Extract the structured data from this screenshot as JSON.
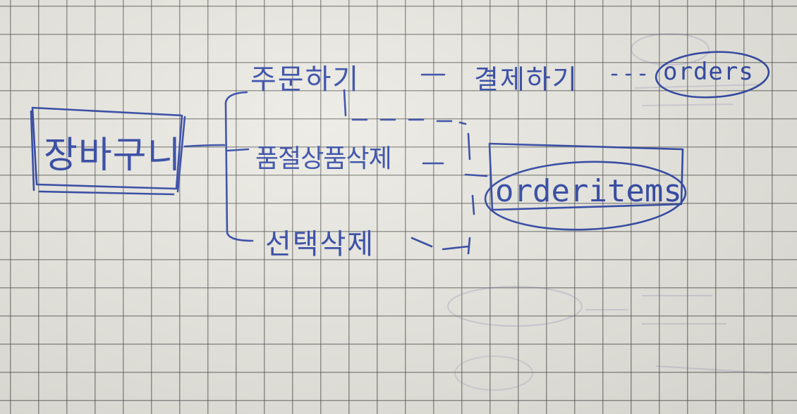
{
  "root_node": "장바구니",
  "actions": {
    "order": "주문하기",
    "delete_sold_out": "품절상품삭제",
    "delete_selected": "선택삭제"
  },
  "next_step": "결제하기",
  "tables": {
    "orders": "orders",
    "order_items": "orderitems"
  },
  "colors": {
    "ink": "#2d44a4",
    "paper": "#ebeae3",
    "grid": "#464646"
  }
}
